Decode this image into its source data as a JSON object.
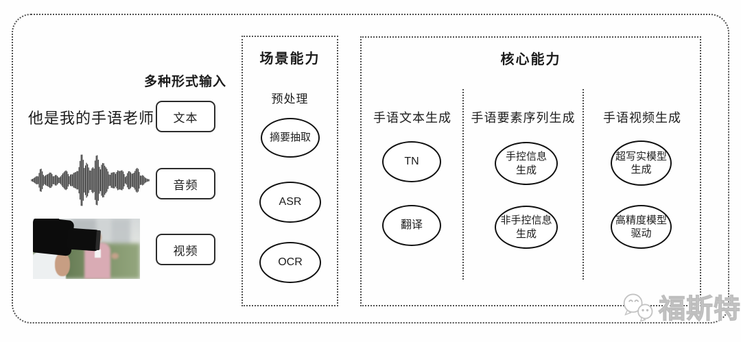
{
  "colors": {
    "ink": "#1c1c1c",
    "line": "#4f4f4f",
    "node_stroke": "#111111",
    "watermark": "#c6c6c6"
  },
  "input_section": {
    "title": "多种形式输入",
    "sample_text": "他是我的手语老师",
    "inputs": [
      {
        "label": "文本"
      },
      {
        "label": "音频"
      },
      {
        "label": "视频"
      }
    ]
  },
  "scene_section": {
    "title": "场景能力",
    "stage_label": "预处理",
    "nodes": [
      {
        "label": "摘要抽取"
      },
      {
        "label": "ASR"
      },
      {
        "label": "OCR"
      }
    ]
  },
  "core_section": {
    "title": "核心能力",
    "columns": [
      {
        "header": "手语文本生成",
        "nodes": [
          {
            "label": "TN"
          },
          {
            "label": "翻译"
          }
        ]
      },
      {
        "header": "手语要素序列生成",
        "nodes": [
          {
            "label": "手控信息\n生成"
          },
          {
            "label": "非手控信息\n生成"
          }
        ]
      },
      {
        "header": "手语视频生成",
        "nodes": [
          {
            "label": "超写实模型\n生成"
          },
          {
            "label": "高精度模型\n驱动"
          }
        ]
      }
    ]
  },
  "watermark": {
    "text": "福斯特",
    "icon": "chat-bubbles-emoji"
  }
}
